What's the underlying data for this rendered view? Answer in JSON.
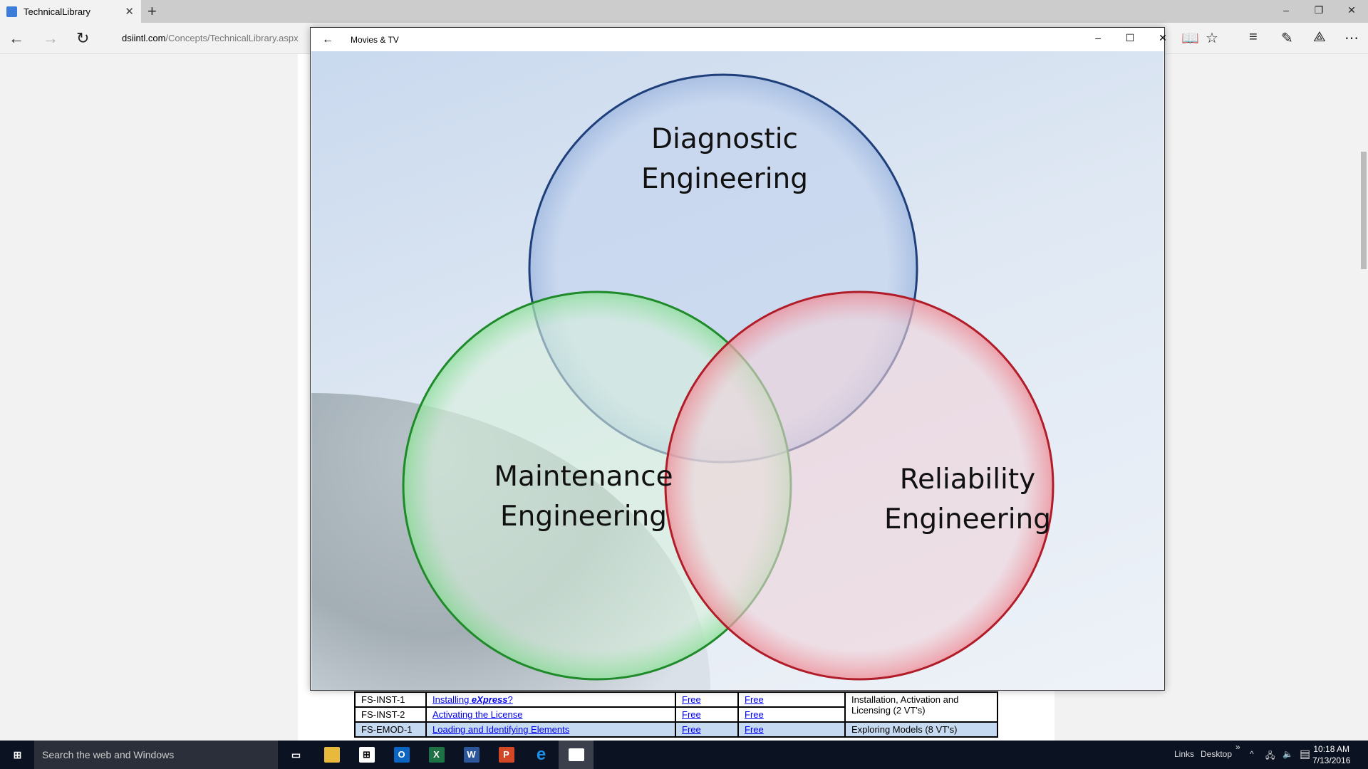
{
  "browser": {
    "tab_title": "TechnicalLibrary",
    "url_domain": "dsiintl.com",
    "url_path": "/Concepts/TechnicalLibrary.aspx"
  },
  "app_window": {
    "title": "Movies & TV"
  },
  "venn": {
    "top": "Diagnostic Engineering",
    "left": "Maintenance Engineering",
    "right": "Reliability Engineering",
    "top_l1": "Diagnostic",
    "top_l2": "Engineering",
    "left_l1": "Maintenance",
    "left_l2": "Engineering",
    "right_l1": "Reliability",
    "right_l2": "Engineering",
    "colors": {
      "top": "#3a6fb8",
      "left": "#2fc23a",
      "right": "#e0333f"
    }
  },
  "table": {
    "rows": [
      {
        "id": "FS-INST-1",
        "title": "Installing ",
        "title_em": "eXpress",
        "title_suffix": "?",
        "c1": "Free",
        "c2": "Free",
        "group": "Installation, Activation and Licensing (2 VT's)"
      },
      {
        "id": "FS-INST-2",
        "title": "Activating the License",
        "c1": "Free",
        "c2": "Free"
      },
      {
        "id": "FS-EMOD-1",
        "title": "Loading and Identifying Elements",
        "c1": "Free",
        "c2": "Free",
        "group": "Exploring Models (8 VT's)"
      }
    ]
  },
  "taskbar": {
    "search_placeholder": "Search the web and Windows",
    "links": "Links",
    "desktop": "Desktop",
    "time": "10:18 AM",
    "date": "7/13/2016"
  }
}
